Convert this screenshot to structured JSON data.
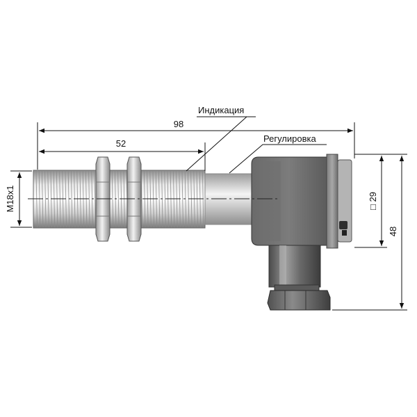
{
  "drawing": {
    "dimensions": {
      "overall_length": "98",
      "thread_length": "52",
      "thread_size": "M18x1",
      "housing_square": "□ 29",
      "housing_height": "48"
    },
    "callouts": {
      "indication": "Индикация",
      "adjustment": "Регулировка"
    }
  }
}
